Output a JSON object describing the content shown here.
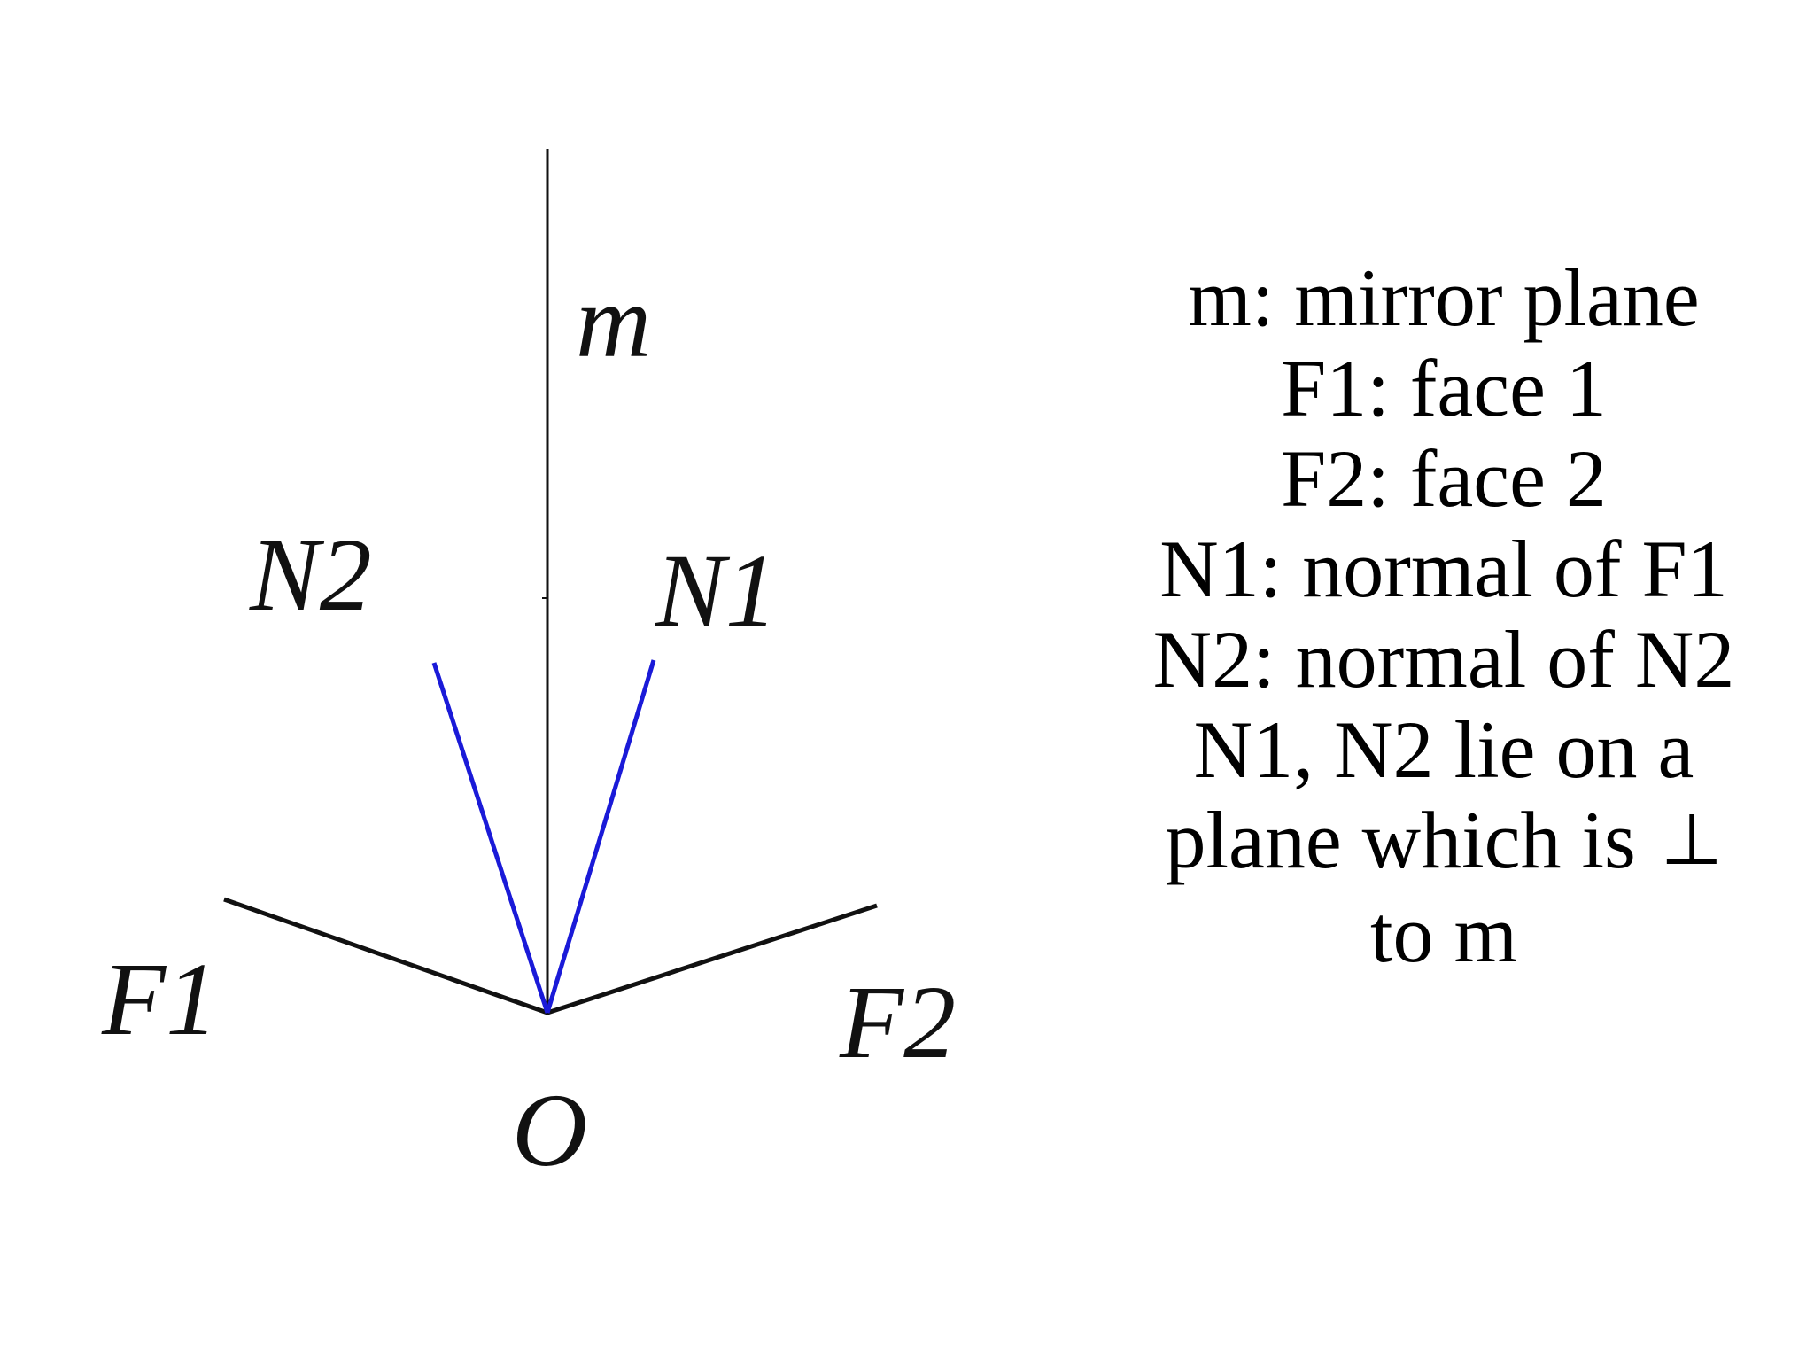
{
  "diagram": {
    "labels": {
      "m": "m",
      "n1": "N1",
      "n2": "N2",
      "f1": "F1",
      "f2": "F2",
      "o": "O"
    },
    "colors": {
      "normals": "#1a1ad8",
      "faces": "#111111",
      "mirror": "#111111"
    }
  },
  "legend": {
    "lines": [
      "m: mirror plane",
      "F1: face 1",
      "F2: face 2",
      "N1: normal of F1",
      "N2: normal of N2",
      "N1, N2 lie on a"
    ],
    "line7_text": "plane which is",
    "perp_symbol": "⊥",
    "line8": "to m"
  }
}
